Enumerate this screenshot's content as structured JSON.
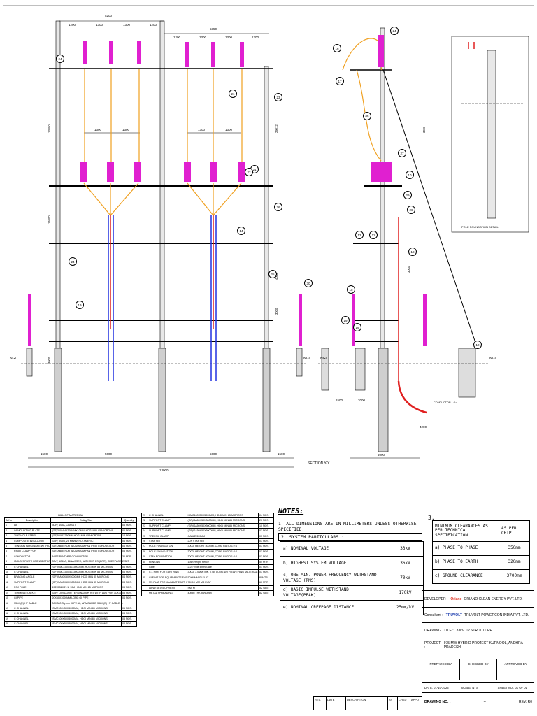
{
  "dims": {
    "left_top_total": "5200",
    "left_top_spans": [
      "1200",
      "1300",
      "1300",
      "1200"
    ],
    "right_top_total": "5350",
    "right_top_spans": [
      "1200",
      "1300",
      "1300",
      "1200"
    ],
    "inner_spans": [
      "1300",
      "1300"
    ],
    "bottom_spans": [
      "1500",
      "5000",
      "5000",
      "1500"
    ],
    "bottom_total": "13000",
    "section_bottom": [
      "4000"
    ],
    "section_sub": [
      "1500",
      "2000"
    ],
    "section_side": "4200",
    "vertical_left": [
      "12000",
      "14000",
      "3000"
    ],
    "vertical_right": [
      "29012",
      "4000",
      "3000"
    ],
    "section_vertical": [
      "3000",
      "3000"
    ],
    "ngl_label": "NGL",
    "section_title": "SECTION Y-Y",
    "foundation_label": "POLE FOUNDATION DETAIL",
    "conductor_label": "CONDUCTOR 1:2:4"
  },
  "callouts": [
    "24",
    "24",
    "21",
    "21",
    "19",
    "19",
    "19",
    "23",
    "24",
    "25",
    "26",
    "27",
    "22",
    "14",
    "13",
    "11",
    "15",
    "18",
    "16",
    "17",
    "05",
    "26",
    "12",
    "30",
    "29",
    "10"
  ],
  "bom": {
    "title": "BILL OF MATERIAL",
    "headers": [
      "Sr.No",
      "Description",
      "Rating/Size",
      "Quantity"
    ],
    "rows": [
      [
        "1",
        "LA",
        "30kV, 10kA, CLASS II",
        "06 NOS."
      ],
      [
        "2",
        "LA MOUNTING PLATE",
        "(GF)300MMX200MMX10MM, HDGI MIN 85 MICRONS",
        "06 NOS."
      ],
      [
        "3",
        "TWO HOLE STRIP",
        "(GF)50X6X350MM HDGI MIN 85 MICRONS",
        "12 NOS."
      ],
      [
        "4",
        "COMPOSITE INSULATOR",
        "33kV, 90kN, 25 MM/kV, POLYMERIC",
        "06 NOS."
      ],
      [
        "5",
        "TENSION HARDWARE WITH CHANNEL & FASTENERS",
        "SUITABLE FOR ALUMINIUM PANTHER CONDUCTOR",
        "06 NOS."
      ],
      [
        "6",
        "RIGID CLAMP FOR",
        "SUITABLE FOR ALUMINIUM PANTHER CONDUCTOR",
        "06 NOS."
      ],
      [
        "7",
        "CONDUCTOR",
        "ALSS PANTHER CONDUCTOR",
        "30 MTR"
      ],
      [
        "8",
        "ISOLATOR WITH CONNECTOR",
        "33kV, 1250A, 16 kA/3SEC, WITHOUT ES (DPR), CREEPAGE 25mm/kV",
        "2 SET"
      ],
      [
        "9",
        "C CHANNEL",
        "(GF)ISMC100X50X5000MM, HDGI MIN 85 MICRONS",
        "06 NOS."
      ],
      [
        "10",
        "C CHANNEL",
        "(GF)ISMC100X50X5000MM, HDGI MIN 85 MICRONS",
        "06 NOS."
      ],
      [
        "11",
        "BRACING ANGLE",
        "(GF)ISA50X50X5000MM, HDGI MIN 85 MICRONS",
        "04 NOS."
      ],
      [
        "12",
        "SUPPORT CLAMP",
        "(GF)ISA50X50X3000MM, HDGI MIN 85 MICRONS",
        "03 NOS."
      ],
      [
        "13",
        "RSJ POLE",
        "152X152X37.1, 10M HDGI MIN 85 MICRONS",
        "03 NOS."
      ],
      [
        "14",
        "TERMINATION KIT",
        "33kV, OUTDOOR TERMINATION KIT WITH LUG FOR 3CX300SQ.MM XLPE CABLE",
        "03 NOS."
      ],
      [
        "15",
        "GI PIPE",
        "20X50X3000MM LONG GI PIPE",
        "04 NOS."
      ],
      [
        "16",
        "33kV (E) HT CABLE",
        "3CX300 Sq.mm XLPE AL, ARMOURED 33kV (E) HT CABLE",
        "-"
      ],
      [
        "17",
        "C CHANNEL",
        "ISMC100X50X5000MM, HDGI MIN 85 MICRONS",
        "06 NOS."
      ],
      [
        "18",
        "C CHANNEL",
        "ISMC100X50X5000MM, HDGI MIN 85 MICRONS",
        "03 NOS."
      ],
      [
        "19",
        "C CHANNEL",
        "ISMC100X50X5000MM, HDGI MIN 85 MICRONS",
        "03 NOS."
      ],
      [
        "20",
        "C CHANNEL",
        "ISMC100X50X5000MM, HDGI MIN 85 MICRONS",
        "03 NOS."
      ]
    ]
  },
  "bom2": {
    "rows": [
      [
        "21",
        "C CHANNEL",
        "ISMC100X50X5000MM, HDGI MIN 85 MICRONS",
        "04 NOS."
      ],
      [
        "22",
        "SUPPORT CLAMP",
        "(GF)ISA50X50X3000MM, HDGI MIN 85 MICRONS",
        "20 NOS."
      ],
      [
        "23",
        "SUPPORT CLAMP",
        "(GF)ISA50X50X3000MM, HDGI MIN 85 MICRONS",
        "10 NOS."
      ],
      [
        "24",
        "SUPPORT CLAMP",
        "(GF)ISA50X50X3000MM, HDGI MIN 85 MICRONS",
        "03 NOS."
      ],
      [
        "25",
        "TREFOIL CLAMP",
        "CABLE 300MM",
        "03 NOS."
      ],
      [
        "26",
        "STAY SET",
        "20X STAY SET",
        "03 NOS."
      ],
      [
        "27",
        "POLE FOUNDATION",
        "300D, HEIGHT 800MM, CONC RATIO 1:2:4",
        "03 NOS."
      ],
      [
        "28",
        "POLE FOUNDATION",
        "300D, HEIGHT 800MM, CONC RATIO 1:2:4",
        "03 NOS."
      ],
      [
        "29",
        "STAY FOUNDATION",
        "300D, HEIGHT 800MM, CONC RATIO 1:2:4",
        "03 NOS."
      ],
      [
        "30",
        "FENCING",
        "1.8m Height Fence",
        "54 MTR"
      ],
      [
        "",
        "Gate",
        "2.25 Wide Entry Gate",
        "01 NOS."
      ],
      [
        "34",
        "C.I. PIPE FOR EARTHING",
        "300D, 3.0MM THK, 2750 LONG WITH EARTHING MATERIAL (CHARCOAL, BENTONITE, BLACK COTTON SOIL)",
        "03 NOS."
      ],
      [
        "35",
        "GI FLAT FOR EQUIPMENTS EARTHING",
        "50X6 MM GI FLAT",
        "80MTR"
      ],
      [
        "36",
        "MS FLAT FOR MAINMAT EARTHING MAT",
        "75X10 MM MS FLAT",
        "60 MTR"
      ],
      [
        "",
        "LAND DEVELOPMENT",
        "SMI M",
        "52 Sq.M"
      ],
      [
        "",
        "METAL SPREADING",
        "40MM THK 40/60mm",
        "52 Sq.M"
      ]
    ]
  },
  "notes": {
    "heading": "NOTES:",
    "n1_num": "1.",
    "n1": "ALL DIMENSIONS ARE IN MILLIMETERS UNLESS OTHERWISE SPECIFIED.",
    "n2_num": "2.",
    "n2": "SYSTEM PARTICULARS :",
    "rows": [
      [
        "a) NOMINAL VOLTAGE",
        "33kV"
      ],
      [
        "b) HIGHEST SYSTEM VOLTAGE",
        "36kV"
      ],
      [
        "c) ONE MIN. POWER FREQUENCY WITHSTAND VOLTAGE (RMS)",
        "70kV"
      ],
      [
        "d) BASIC IMPULSE WITHSTAND VOLTAGE(PEAK)",
        "170kV"
      ],
      [
        "e) NOMINAL CREEPAGE DISTANCE",
        "25mm/kV"
      ]
    ],
    "n3_num": "3.",
    "n3_head": "MINIMUM CLEARANCES AS PER TECHNICAL SPECIFICATION.",
    "n3_col": "AS PER CBIP",
    "clearances": [
      [
        "a) PHASE TO PHASE",
        "350mm"
      ],
      [
        "b) PHASE TO EARTH",
        "320mm"
      ],
      [
        "c) GROUND CLEARANCE",
        "3700mm"
      ]
    ]
  },
  "title_block": {
    "developer_label": "DEVELOPER :",
    "developer": "ORIANO CLEAN ENERGY PVT. LTD.",
    "developer_brand": "Oriano",
    "consultant_label": "Consultant :",
    "consultant_brand": "TRUVOLT",
    "consultant": "TRUVOLT POWERCON INDIA PVT. LTD.",
    "drawing_title_label": "DRAWING TITLE :",
    "drawing_title": "33kV TP STRUCTURE",
    "project_label": "PROJECT :",
    "project": "975 MW HYBRID PROJECT KURNOOL, ANDHRA PRADESH",
    "prepared_by": "PREPARED BY",
    "checked_by": "CHECKED BY",
    "approved_by": "APPROVED BY",
    "dash": "--",
    "date": "DATE: 01-10-2023",
    "scale": "SCALE: NTS",
    "sheet": "SHEET NO.: 01 OF 01",
    "drawing_no_label": "DRAWING NO. :",
    "drawing_no": "--",
    "rev_label": "REV. R0"
  },
  "rev_table": [
    "REV.",
    "DATE",
    "DESCRIPTION",
    "BY",
    "CHKD",
    "APPD"
  ],
  "colors": {
    "magenta": "#e020d0",
    "orange": "#f0a020",
    "blue": "#2030e0",
    "red": "#e02020",
    "cyan": "#20b0d0",
    "steel": "#404040"
  }
}
